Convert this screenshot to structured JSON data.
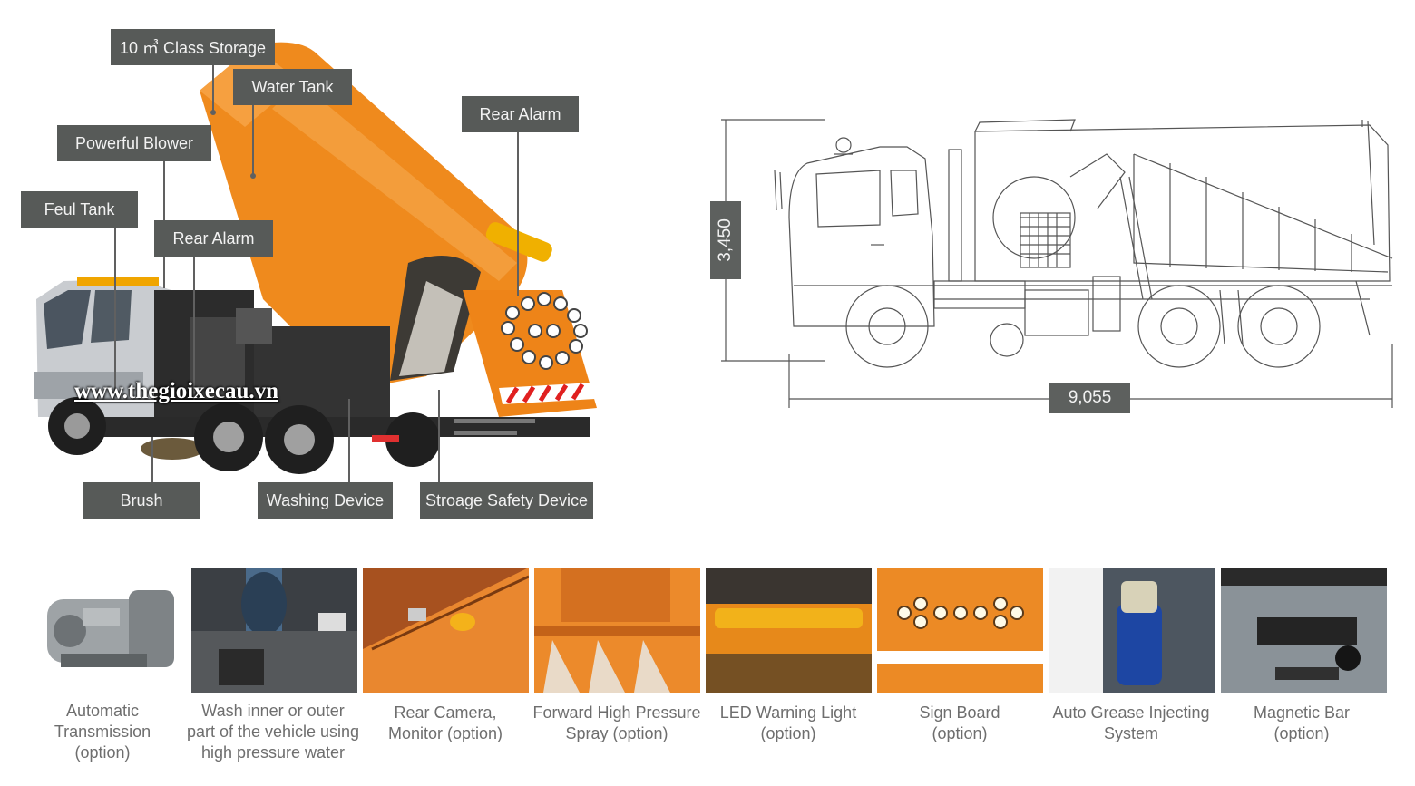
{
  "callouts": {
    "storage": "10 ㎥ Class Storage",
    "water_tank": "Water Tank",
    "powerful_blower": "Powerful Blower",
    "rear_alarm_top": "Rear Alarm",
    "feul_tank": "Feul Tank",
    "rear_alarm": "Rear Alarm",
    "brush": "Brush",
    "washing_device": "Washing Device",
    "storage_safety": "Stroage Safety Device"
  },
  "watermark": "www.thegioixecau.vn",
  "dimensions": {
    "height": "3,450",
    "length": "9,055"
  },
  "features": [
    {
      "line1": "Automatic",
      "line2": "Transmission",
      "line3": "(option)"
    },
    {
      "line1": "Wash inner or outer",
      "line2": "part of the vehicle using",
      "line3": "high pressure water"
    },
    {
      "line1": "Rear Camera,",
      "line2": "Monitor (option)",
      "line3": ""
    },
    {
      "line1": "Forward High Pressure",
      "line2": "Spray (option)",
      "line3": ""
    },
    {
      "line1": "LED Warning Light",
      "line2": "(option)",
      "line3": ""
    },
    {
      "line1": "Sign Board",
      "line2": "(option)",
      "line3": ""
    },
    {
      "line1": "Auto Grease Injecting",
      "line2": "System",
      "line3": ""
    },
    {
      "line1": "Magnetic Bar",
      "line2": "(option)",
      "line3": ""
    }
  ],
  "colors": {
    "truck_orange": "#f08a1c",
    "label_bg": "#575a58",
    "caption_text": "#6e6e6e"
  }
}
